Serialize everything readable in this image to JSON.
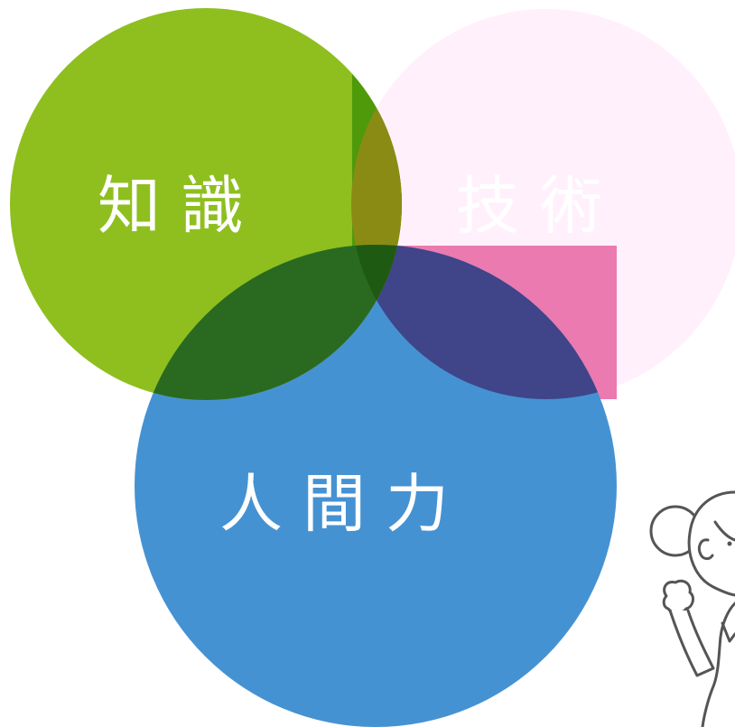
{
  "diagram": {
    "circles": [
      {
        "id": "knowledge",
        "label": "知識",
        "color": "#8ebf1f"
      },
      {
        "id": "skill",
        "label": "技術",
        "color": "#fff0fb"
      },
      {
        "id": "humanity",
        "label": "人間力",
        "color": "#4592d3"
      }
    ],
    "overlaps": {
      "knowledge_skill": "#8a8b15",
      "knowledge_humanity": "#2a6a20",
      "skill_humanity": "#404489",
      "all_three": "#1e5a12",
      "pink_rectangle": "#ea7aaf",
      "green_strip": "#4e9a0a"
    },
    "illustration": {
      "name": "nurse-character",
      "line_color": "#555555"
    }
  }
}
